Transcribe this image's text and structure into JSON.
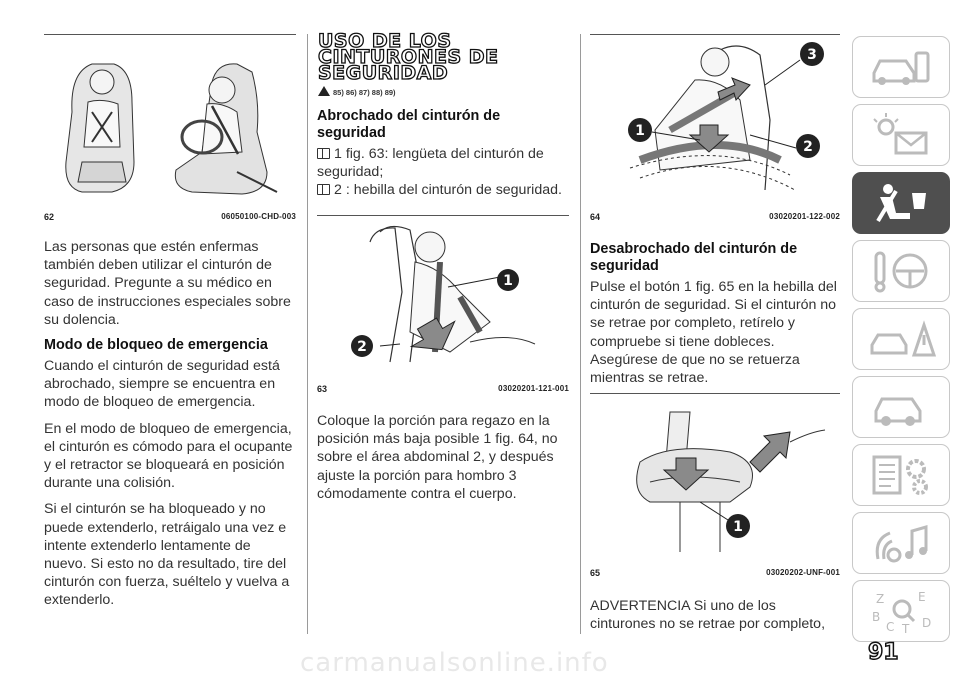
{
  "page_number": "91",
  "watermark": "carmanualsonline.info",
  "figures": {
    "fig62": {
      "number": "62",
      "code": "06050100-CHD-003"
    },
    "fig63": {
      "number": "63",
      "code": "03020201-121-001",
      "callouts": [
        "1",
        "2"
      ]
    },
    "fig64": {
      "number": "64",
      "code": "03020201-122-002",
      "callouts": [
        "3",
        "1",
        "2"
      ]
    },
    "fig65": {
      "number": "65",
      "code": "03020202-UNF-001",
      "callouts": [
        "1"
      ]
    }
  },
  "col1": {
    "p1": "Las personas que estén enfermas también deben utilizar el cinturón de seguridad. Pregunte a su médico en caso de instrucciones especiales sobre su dolencia.",
    "h_emergency": "Modo de bloqueo de emergencia",
    "p2": "Cuando el cinturón de seguridad está abrochado, siempre se encuentra en modo de bloqueo de emergencia.",
    "p3": "En el modo de bloqueo de emergencia, el cinturón es cómodo para el ocupante y el retractor se bloqueará en posición durante una colisión.",
    "p4": "Si el cinturón se ha bloqueado y no puede extenderlo, retráigalo una vez e intente extenderlo lentamente de nuevo. Si esto no da resultado, tire del cinturón con fuerza, suéltelo y vuelva a extenderlo."
  },
  "col2": {
    "title_line1": "USO DE LOS",
    "title_line2": "CINTURONES DE",
    "title_line3": "SEGURIDAD",
    "refs": "85) 86) 87) 88) 89)",
    "h_fasten": "Abrochado del cinturón de seguridad",
    "item1": "1 fig. 63: lengüeta del cinturón de seguridad;",
    "item2": "2 : hebilla del cinturón de seguridad.",
    "p1": "Coloque la porción para regazo en la posición más baja posible 1 fig. 64, no sobre el área abdominal 2, y después ajuste la porción para hombro 3 cómodamente contra el cuerpo."
  },
  "col3": {
    "h_unfasten": "Desabrochado del cinturón de seguridad",
    "p1": "Pulse el botón 1 fig. 65 en la hebilla del cinturón de seguridad. Si el cinturón no se retrae por completo, retírelo y compruebe si tiene dobleces. Asegúrese de que no se retuerza mientras se retrae.",
    "p2": "ADVERTENCIA Si uno de los cinturones no se retrae por completo,"
  },
  "sidebar": {
    "tabs": [
      {
        "icon": "car-info-icon",
        "active": false
      },
      {
        "icon": "warning-lights-icon",
        "active": false
      },
      {
        "icon": "seat-airbag-icon",
        "active": true
      },
      {
        "icon": "key-steering-icon",
        "active": false
      },
      {
        "icon": "car-warning-triangle-icon",
        "active": false
      },
      {
        "icon": "car-service-icon",
        "active": false
      },
      {
        "icon": "specs-gears-icon",
        "active": false
      },
      {
        "icon": "multimedia-icon",
        "active": false
      },
      {
        "icon": "index-search-icon",
        "active": false
      }
    ]
  },
  "index_tab_letters": [
    "Z",
    "E",
    "B",
    "C",
    "T",
    "D"
  ]
}
